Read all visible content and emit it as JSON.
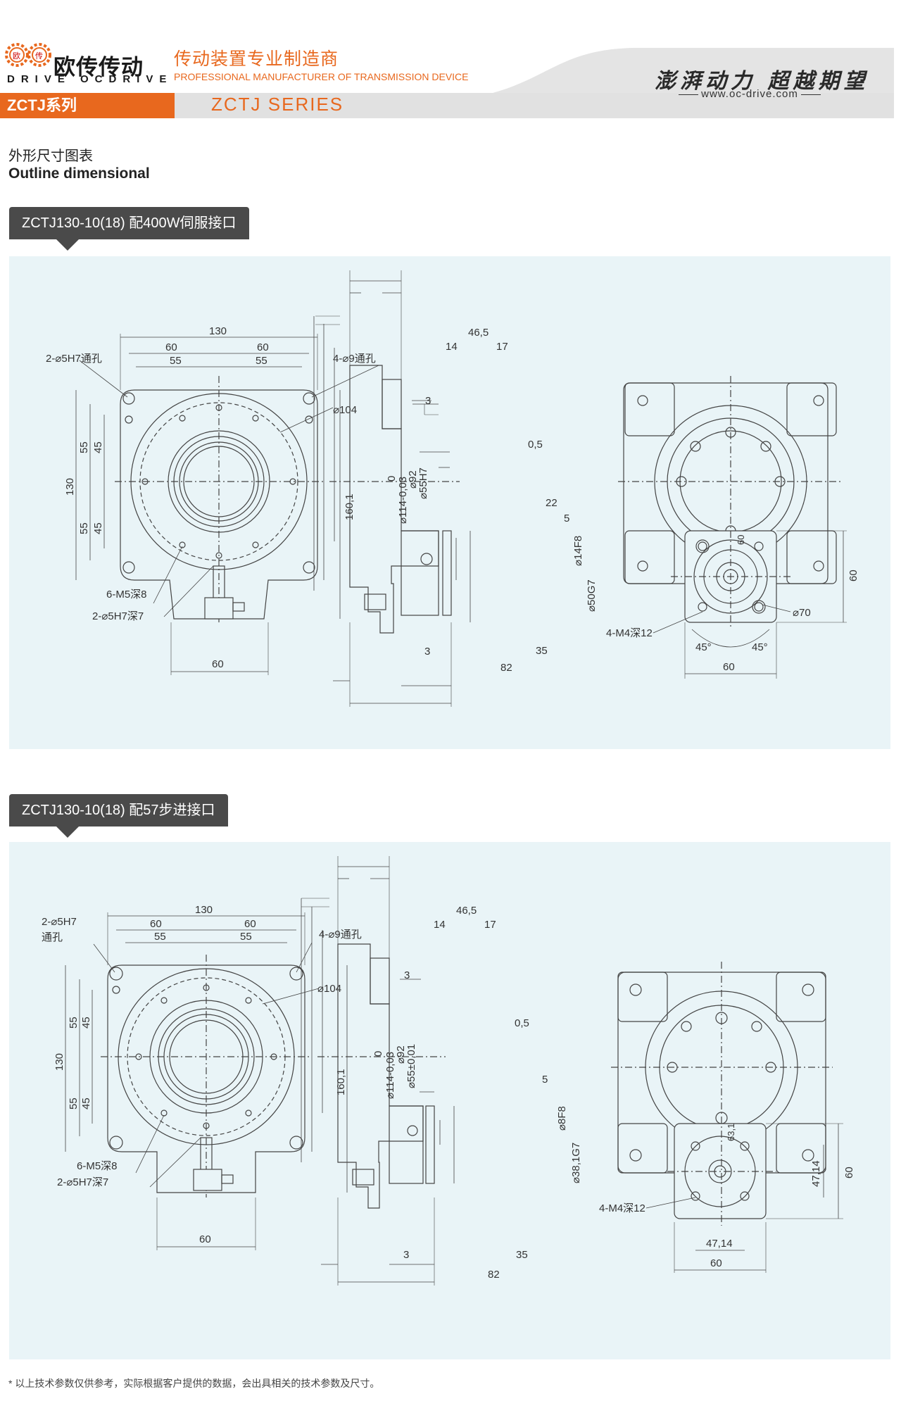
{
  "header": {
    "brand_cn": "欧传传动",
    "brand_en": "DRIVE OCDRIVE",
    "logo_char_left": "欧",
    "logo_char_right": "传",
    "slogan_cn": "传动装置专业制造商",
    "slogan_en": "PROFESSIONAL MANUFACTURER OF TRANSMISSION DEVICE",
    "motto": "澎湃动力 超越期望",
    "website": "www.oc-drive.com",
    "series_cn": "ZCTJ系列",
    "series_en": "ZCTJ SERIES"
  },
  "section": {
    "title_cn": "外形尺寸图表",
    "title_en": "Outline dimensional"
  },
  "drawings": [
    {
      "title": "ZCTJ130-10(18) 配400W伺服接口",
      "front": {
        "width_total": "130",
        "w60a": "60",
        "w60b": "60",
        "w55a": "55",
        "w55b": "55",
        "hole_a": "2-⌀5H7通孔",
        "hole_b": "4-⌀9通孔",
        "dia104": "⌀104",
        "h130": "130",
        "h55a": "55",
        "h45a": "45",
        "h55b": "55",
        "h45b": "45",
        "h160": "160,1",
        "m5": "6-M5深8",
        "pin": "2-⌀5H7深7",
        "bottom60": "60"
      },
      "side": {
        "d465": "46,5",
        "d14": "14",
        "d17": "17",
        "d3top": "3",
        "d05": "0,5",
        "zero": "0",
        "dia114": "⌀114-0,03",
        "dia92": "⌀92",
        "dia55": "⌀55H7",
        "d22": "22",
        "d5": "5",
        "dia14": "⌀14F8",
        "dia50": "⌀50G7",
        "d3bottom": "3",
        "d35": "35",
        "d82": "82"
      },
      "rear": {
        "d60side": "60",
        "m4": "4-M4深12",
        "a45a": "45°",
        "a45b": "45°",
        "d60bottom": "60",
        "dia70": "⌀70",
        "center": "60"
      }
    },
    {
      "title": "ZCTJ130-10(18) 配57步进接口",
      "front": {
        "width_total": "130",
        "w60a": "60",
        "w60b": "60",
        "w55a": "55",
        "w55b": "55",
        "hole_a": "2-⌀5H7",
        "hole_a2": "通孔",
        "hole_b": "4-⌀9通孔",
        "dia104": "⌀104",
        "h130": "130",
        "h55a": "55",
        "h45a": "45",
        "h55b": "55",
        "h45b": "45",
        "h160": "160,1",
        "m5": "6-M5深8",
        "pin": "2-⌀5H7深7",
        "bottom60": "60"
      },
      "side": {
        "d465": "46,5",
        "d14": "14",
        "d17": "17",
        "d3top": "3",
        "d05": "0,5",
        "zero": "0",
        "dia114": "⌀114-0,03",
        "dia92": "⌀92",
        "dia55": "⌀55±0,01",
        "d5": "5",
        "dia8": "⌀8F8",
        "dia38": "⌀38,1G7",
        "d3bottom": "3",
        "d35": "35",
        "d82": "82"
      },
      "rear": {
        "d4714side": "47,14",
        "d60side": "60",
        "m4": "4-M4深12",
        "d4714bottom": "47,14",
        "d60bottom": "60",
        "center": "63,1"
      }
    }
  ],
  "footnote": "* 以上技术参数仅供参考，实际根据客户提供的数据，会出具相关的技术参数及尺寸。",
  "colors": {
    "accent": "#e8681e",
    "panel": "#e9f4f7",
    "tab": "#4a4a4a"
  }
}
